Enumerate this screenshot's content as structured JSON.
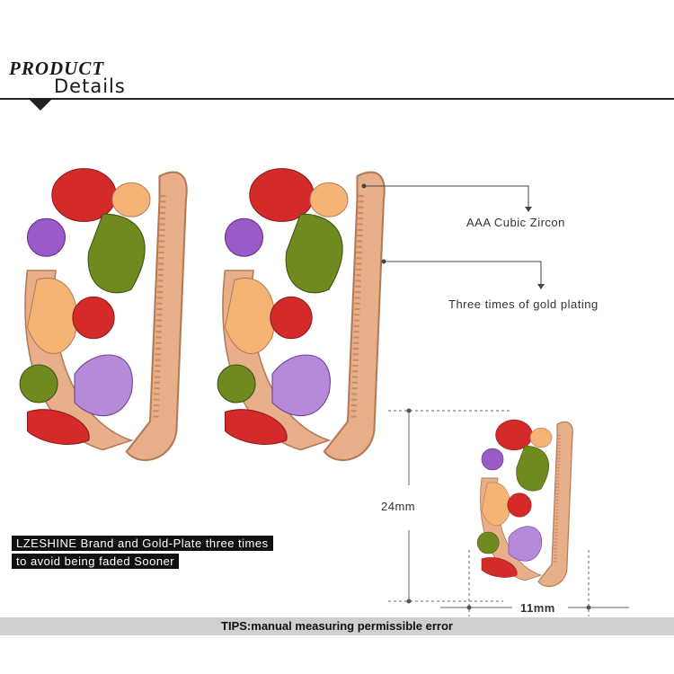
{
  "header": {
    "product": "PRODUCT",
    "details": "Details"
  },
  "annotations": {
    "stone": "AAA Cubic Zircon",
    "plating": "Three times of gold plating",
    "height": "24mm",
    "width": "11mm"
  },
  "caption": {
    "line1": "LZESHINE Brand and Gold-Plate three times",
    "line2": "to avoid being faded Sooner"
  },
  "tips": "TIPS:manual measuring permissible error",
  "colors": {
    "gold": "#e8b08a",
    "ruby": "#d42a2a",
    "amethyst": "#9a5bc9",
    "peridot": "#6f8a1e",
    "champagne": "#f6b474"
  }
}
